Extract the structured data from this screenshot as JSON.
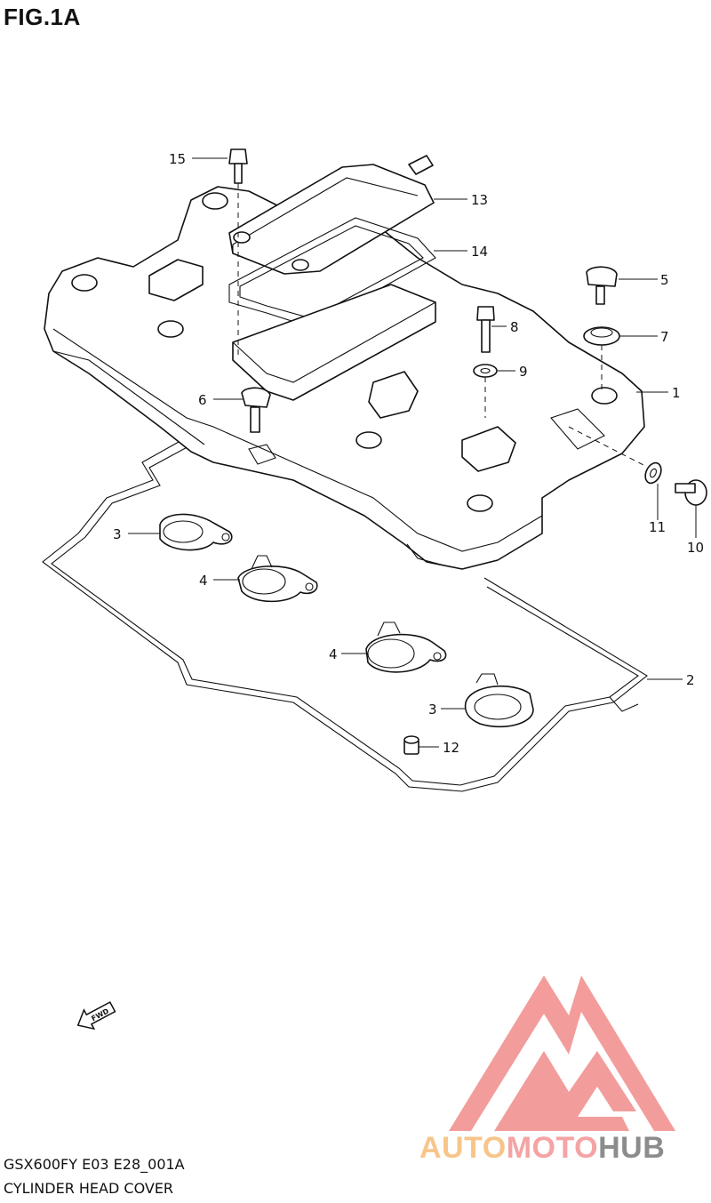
{
  "figure_title": "FIG.1A",
  "model_code": "GSX600FY E03 E28_001A",
  "section_name": "CYLINDER HEAD COVER",
  "fwd_label": "FWD",
  "watermark": {
    "part1": "AUTO",
    "part2": "MOTO",
    "part3": "HUB",
    "color_part1": "#f7c58a",
    "color_part2": "#f5a3a3",
    "color_part3": "#8c8c8c",
    "emblem_color": "#f28b8b"
  },
  "callouts": [
    "15",
    "13",
    "14",
    "5",
    "7",
    "8",
    "9",
    "1",
    "6",
    "11",
    "10",
    "3",
    "4",
    "4",
    "3",
    "2",
    "12"
  ]
}
